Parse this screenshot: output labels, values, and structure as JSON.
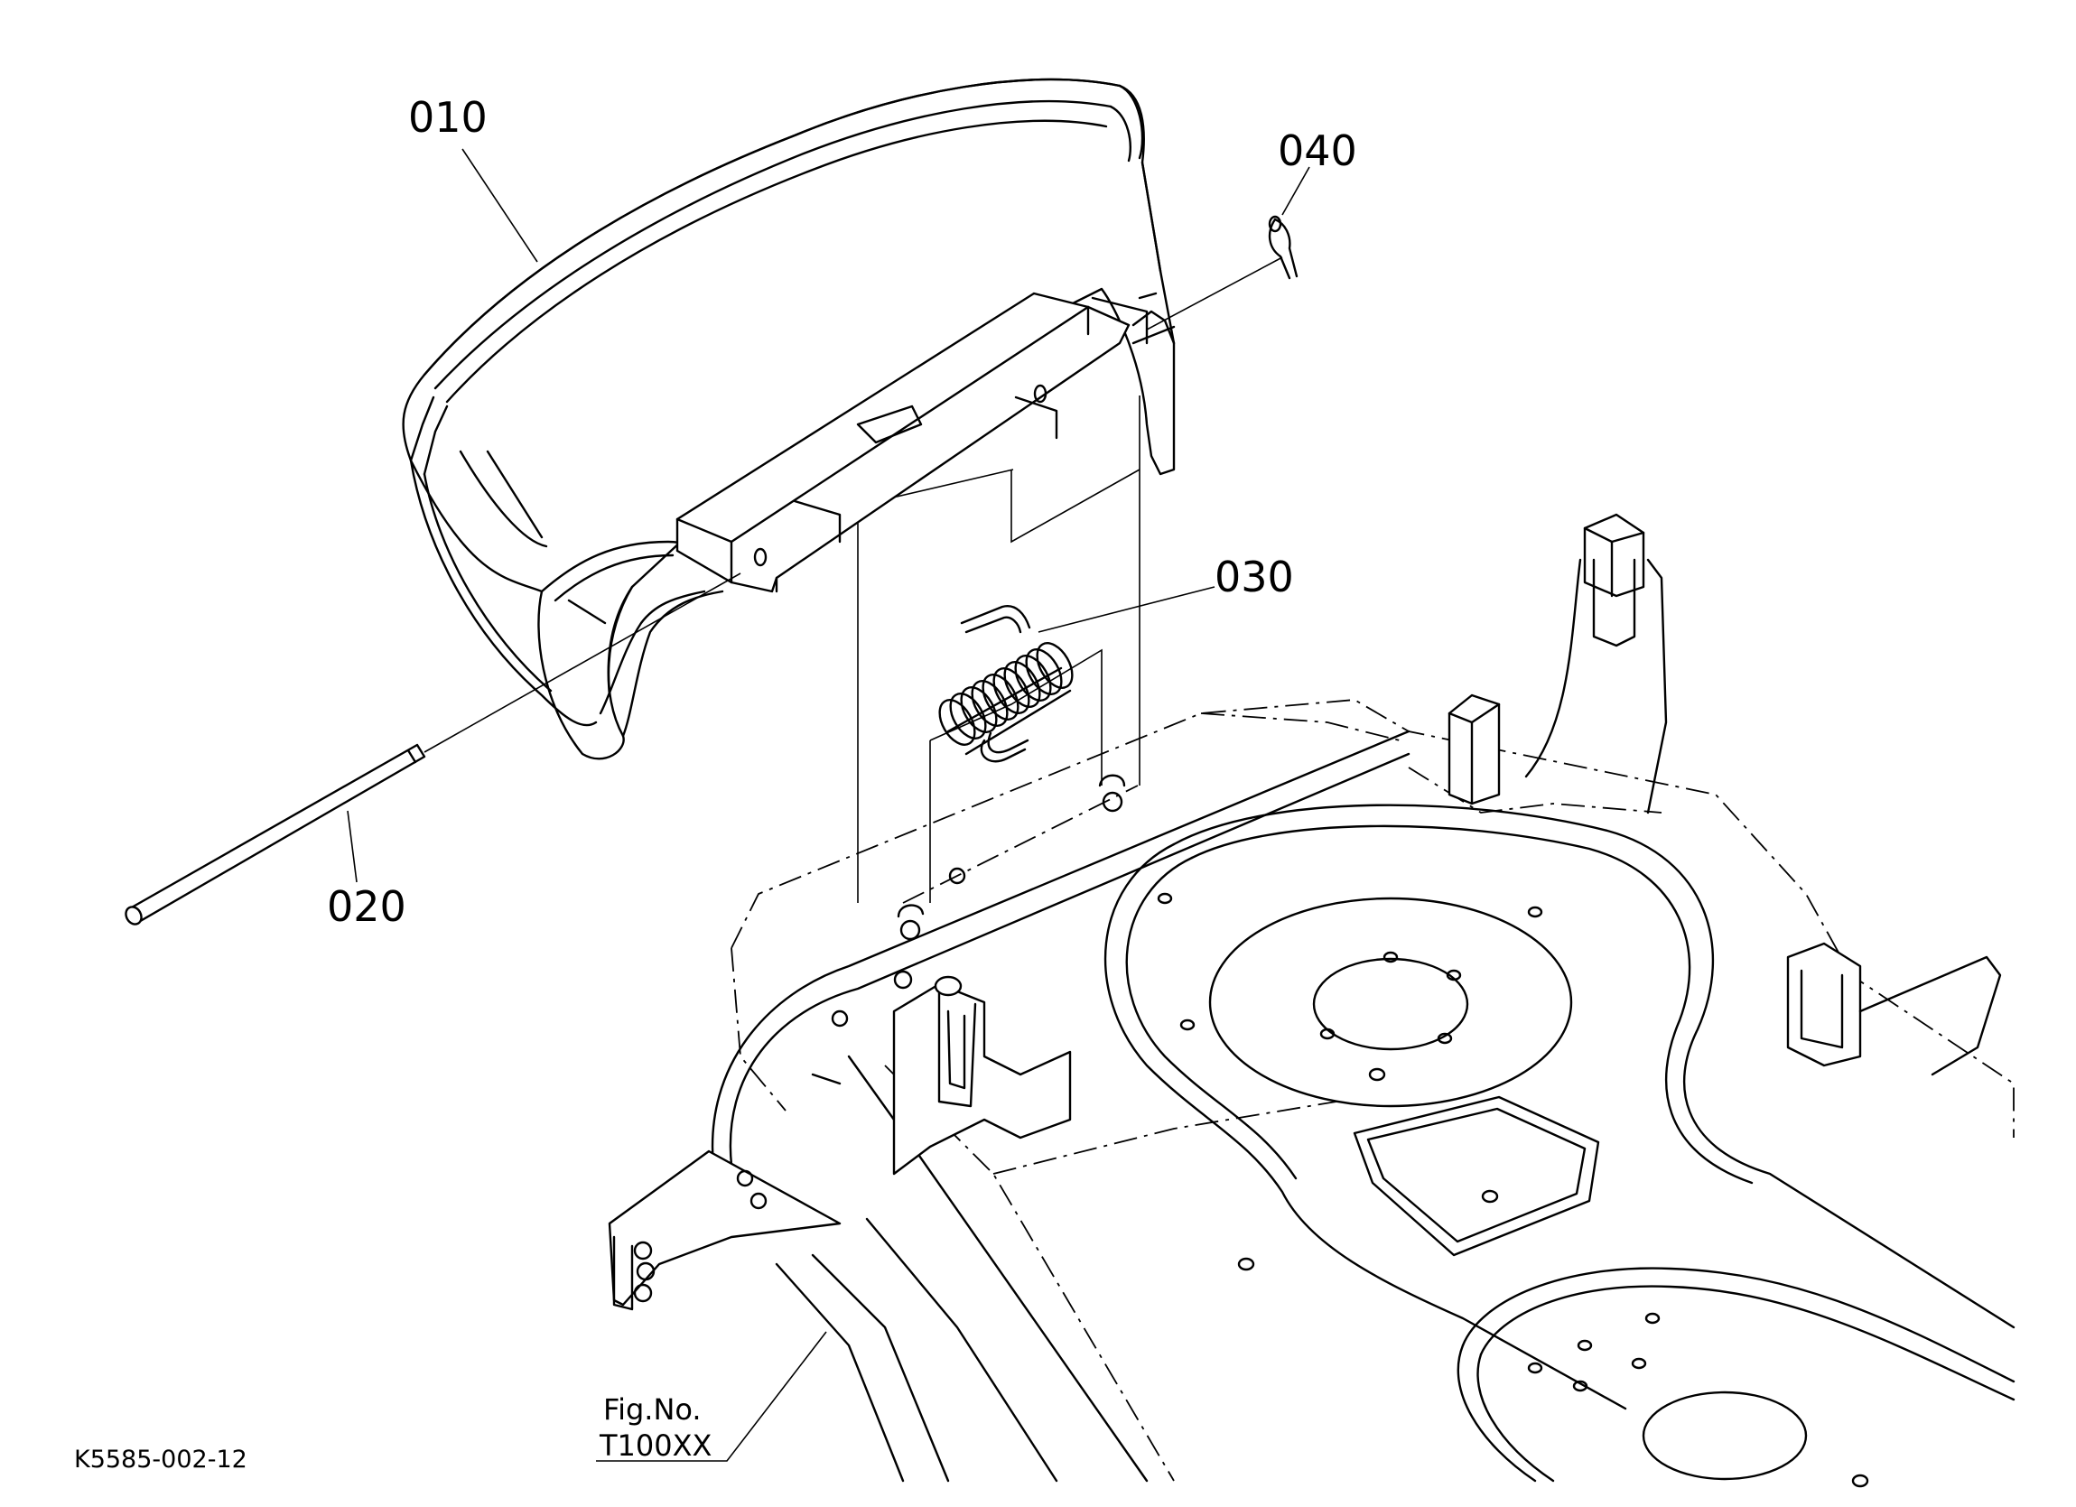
{
  "callouts": {
    "part_010": "010",
    "part_020": "020",
    "part_030": "030",
    "part_040": "040"
  },
  "figure": {
    "line1": "Fig.No.",
    "line2": "T100XX"
  },
  "drawing_code": "K5585-002-12"
}
